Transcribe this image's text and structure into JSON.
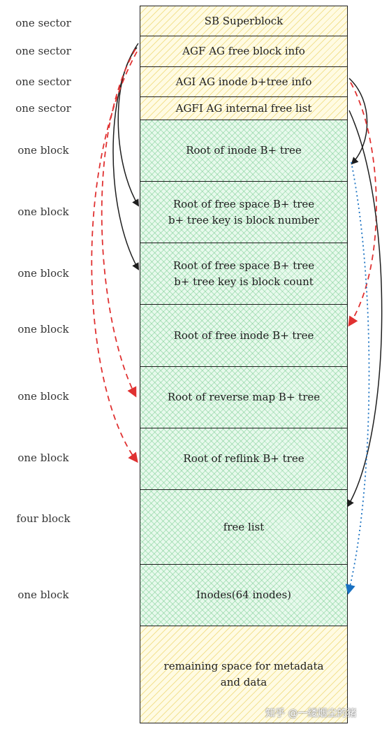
{
  "diagram": {
    "rows": [
      {
        "id": "sb",
        "unit": "one sector",
        "text": "SB Superblock",
        "fill": "yellow"
      },
      {
        "id": "agf",
        "unit": "one sector",
        "text": "AGF AG free block info",
        "fill": "yellow"
      },
      {
        "id": "agi",
        "unit": "one sector",
        "text": "AGI AG inode b+tree info",
        "fill": "yellow"
      },
      {
        "id": "agfl",
        "unit": "one sector",
        "text": "AGFI AG internal free list",
        "fill": "yellow"
      },
      {
        "id": "inobt",
        "unit": "one block",
        "text": "Root of inode B+ tree",
        "fill": "green"
      },
      {
        "id": "bnobt",
        "unit": "one block",
        "text": "Root of free space B+ tree\nb+ tree key is block number",
        "fill": "green"
      },
      {
        "id": "cntbt",
        "unit": "one block",
        "text": "Root of free space B+ tree\nb+ tree key is block count",
        "fill": "green"
      },
      {
        "id": "finobt",
        "unit": "one block",
        "text": "Root of free inode B+ tree",
        "fill": "green"
      },
      {
        "id": "rmapbt",
        "unit": "one block",
        "text": "Root of reverse map B+ tree",
        "fill": "green"
      },
      {
        "id": "refcbt",
        "unit": "one block",
        "text": "Root of reflink B+ tree",
        "fill": "green"
      },
      {
        "id": "freelist",
        "unit": "four block",
        "text": "free list",
        "fill": "green"
      },
      {
        "id": "inodes",
        "unit": "one block",
        "text": "Inodes(64 inodes)",
        "fill": "green"
      },
      {
        "id": "rest",
        "unit": "",
        "text": "remaining space for metadata\nand data",
        "fill": "yellow"
      }
    ],
    "colors": {
      "yellow_fill": "#fffbe3",
      "green_fill": "#e7f9ec",
      "black_arrow": "#1e1e1e",
      "red_arrow": "#e03131",
      "blue_arrow": "#1971c2"
    },
    "watermark": "知乎 @一缕烟尘的猪"
  }
}
